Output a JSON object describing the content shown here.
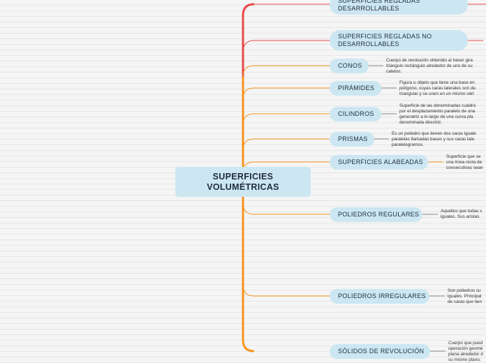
{
  "central": {
    "title": "SUPERFICIES VOLUMÉTRICAS"
  },
  "branches": [
    {
      "label": "SUPERFICIES REGLADAS DESARROLLABLES",
      "description": ""
    },
    {
      "label": "SUPERFICIES REGLADAS NO DESARROLLABLES",
      "description": ""
    },
    {
      "label": "CONOS",
      "description": "Cuerpo de revolución obtenido al hacer gira\ntriángulo rectángulo alrededor de uno de su\ncatetos."
    },
    {
      "label": "PIRÁMIDES",
      "description": "Figura u objeto que tiene una base en\npolígono, cuyas caras laterales son de\ntriangular y se unen en un mismo vért"
    },
    {
      "label": "CILINDROS",
      "description": "Superficie de las denominadas cuádric\npor el desplazamiento paralelo de una\ngeneratriz a lo largo de una curva pla\ndenominada directriz."
    },
    {
      "label": "PRISMAS",
      "description": "Es un poliedro que tienen dos caras iguale\nparalelas llamadas bases y sus caras late\nparalelogramos."
    },
    {
      "label": "SUPERFICIES ALABEADAS",
      "description": "Superficie que se\nuna línea recta de\nconsecutivas sean"
    },
    {
      "label": "POLIEDROS REGULARES",
      "description": "Aquellos que todas s\niguales. Sus aristas"
    },
    {
      "label": "POLIEDROS IRREGULARES",
      "description": "Son poliedros cu\niguales. Principal\nde caras que tien"
    },
    {
      "label": "SÓLIDOS DE REVOLUCIÓN",
      "description": "Cuerpo que pued\noperación geomé\nplana alrededor d\nsu mismo plano."
    }
  ],
  "colors": {
    "node_fill": "#cce7f2",
    "branch_red": "#e84a4a",
    "branch_orange": "#f7941d",
    "text": "#1f2d3a"
  }
}
